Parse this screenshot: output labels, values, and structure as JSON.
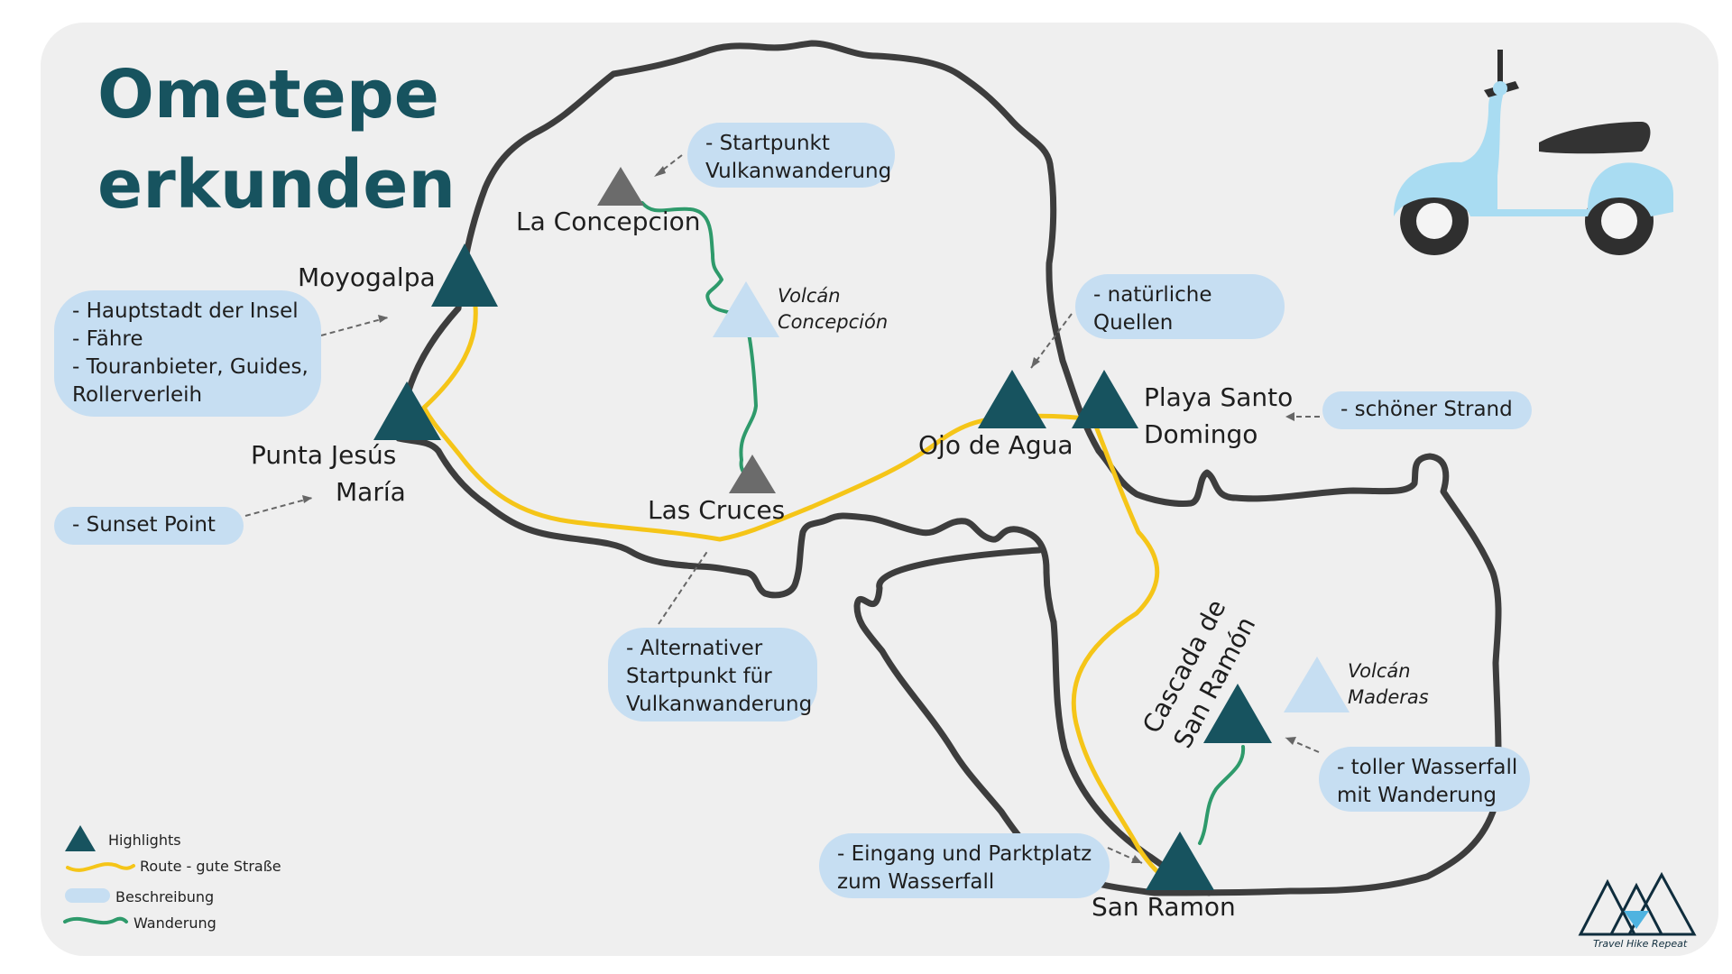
{
  "title": {
    "line1": "Ometepe",
    "line2": "erkunden"
  },
  "places": {
    "la_concepcion": "La Concepcion",
    "moyogalpa": "Moyogalpa",
    "punta_jesus_maria_1": "Punta Jesús",
    "punta_jesus_maria_2": "María",
    "las_cruces": "Las Cruces",
    "ojo_de_agua": "Ojo de Agua",
    "playa_santo_domingo_1": "Playa Santo",
    "playa_santo_domingo_2": "Domingo",
    "cascada_1": "Cascada de",
    "cascada_2": "San Ramón",
    "san_ramon": "San Ramon"
  },
  "volcanoes": {
    "concepcion_1": "Volcán",
    "concepcion_2": "Concepción",
    "maderas_1": "Volcán",
    "maderas_2": "Maderas"
  },
  "notes": {
    "startpunkt": [
      "- Startpunkt",
      "Vulkanwanderung"
    ],
    "hauptstadt": [
      "- Hauptstadt der Insel",
      "- Fähre",
      "- Touranbieter, Guides,",
      "Rollerverleih"
    ],
    "sunset": [
      "- Sunset Point"
    ],
    "quellen": [
      "- natürliche",
      "Quellen"
    ],
    "strand": [
      "- schöner Strand"
    ],
    "alternativ": [
      "- Alternativer",
      "Startpunkt für",
      "Vulkanwanderung"
    ],
    "wasserfall": [
      "- toller Wasserfall",
      "mit Wanderung"
    ],
    "eingang": [
      "- Eingang und Parktplatz",
      "zum Wasserfall"
    ]
  },
  "legend": {
    "highlights": "Highlights",
    "route": "Route - gute Straße",
    "beschreibung": "Beschreibung",
    "wanderung": "Wanderung"
  },
  "logo": {
    "text": "Travel Hike Repeat"
  },
  "colors": {
    "title": "#17535f",
    "highlight_marker": "#17535f",
    "town_marker": "#6b6b6b",
    "volcano_marker": "#c6def2",
    "route": "#f5c518",
    "trail": "#2e9a6b",
    "coast": "#3d3d3d",
    "note_bubble": "#c6def2",
    "scooter": "#a9dcf2"
  },
  "icons": {
    "highlight": "dark-triangle-icon",
    "town": "grey-triangle-icon",
    "volcano": "light-blue-triangle-icon",
    "vehicle": "scooter-icon",
    "brand": "mountains-logo-icon"
  }
}
